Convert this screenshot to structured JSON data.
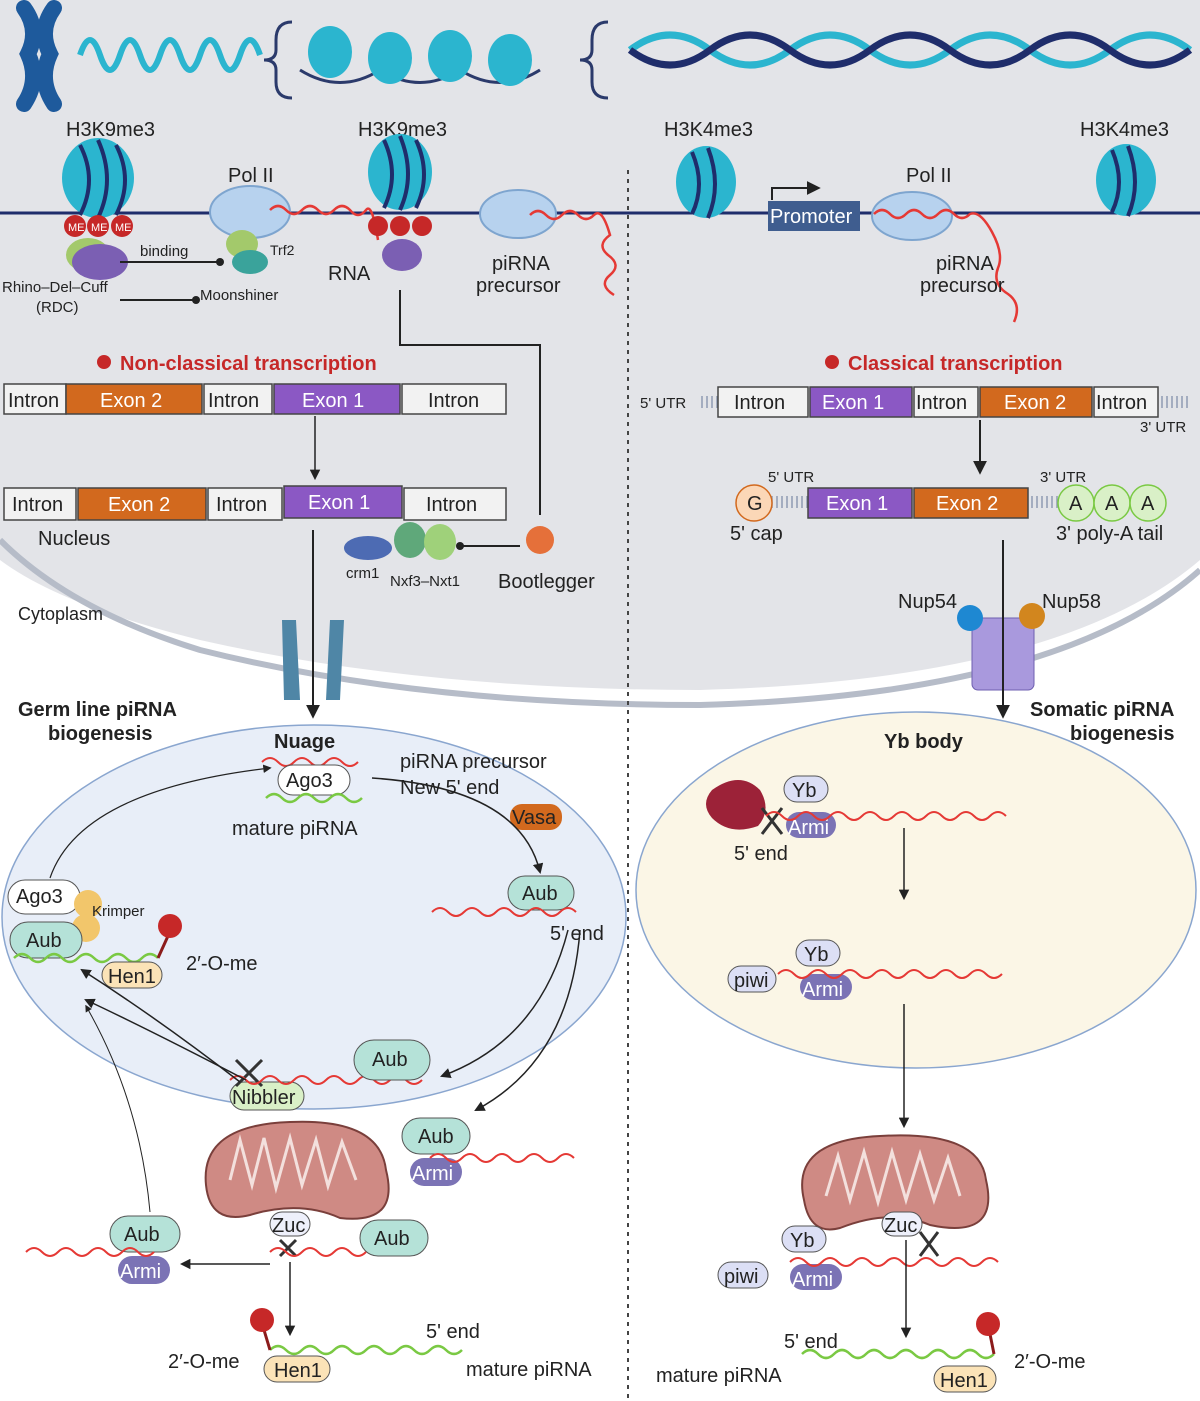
{
  "histone_marks": {
    "left1": "H3K9me3",
    "left2": "H3K9me3",
    "right1": "H3K4me3",
    "right2": "H3K4me3"
  },
  "me_label": "ME",
  "pol": {
    "left": "Pol II",
    "right": "Pol II"
  },
  "labels": {
    "binding": "binding",
    "trf2": "Trf2",
    "rna": "RNA",
    "rdc1": "Rhino–Del–Cuff",
    "rdc2": "(RDC)",
    "moonshiner": "Moonshiner",
    "pirna_precursor_1": "piRNA",
    "pirna_precursor_2": "precursor",
    "promoter": "Promoter",
    "pirna_right_1": "piRNA",
    "pirna_right_2": "precursor",
    "nucleus": "Nucleus",
    "cytoplasm": "Cytoplasm",
    "crm1": "crm1",
    "nxf3": "Nxf3–Nxt1",
    "bootlegger": "Bootlegger",
    "nup54": "Nup54",
    "nup58": "Nup58"
  },
  "titles": {
    "nonclassical": "Non-classical transcription",
    "classical": "Classical transcription",
    "germline1": "Germ line piRNA",
    "germline2": "biogenesis",
    "somatic1": "Somatic piRNA",
    "somatic2": "biogenesis",
    "nuage": "Nuage",
    "yb_body": "Yb body"
  },
  "gene_left_row1": [
    "Intron",
    "Exon 2",
    "Intron",
    "Exon 1",
    "Intron"
  ],
  "gene_left_row2": [
    "Intron",
    "Exon 2",
    "Intron",
    "Exon 1",
    "Intron"
  ],
  "gene_right_row1": [
    "Intron",
    "Exon 1",
    "Intron",
    "Exon 2",
    "Intron"
  ],
  "utr": {
    "five": "5' UTR",
    "three": "3' UTR",
    "five_b": "5' UTR",
    "three_b": "3' UTR"
  },
  "mrna": {
    "cap": "G",
    "cap_label": "5' cap",
    "exon1": "Exon 1",
    "exon2": "Exon 2",
    "a": "A",
    "tail_label": "3' poly-A tail"
  },
  "germline": {
    "pirna_precursor": "piRNA precursor",
    "new5": "New 5' end",
    "ago3": "Ago3",
    "mature": "mature piRNA",
    "vasa": "Vasa",
    "aub": "Aub",
    "five_end": "5' end",
    "ago3_b": "Ago3",
    "krimper": "Krimper",
    "aub_b": "Aub",
    "hen1": "Hen1",
    "ome": "2′-O-me",
    "aub_c": "Aub",
    "nibbler": "Nibbler",
    "aub_d": "Aub",
    "armi": "Armi",
    "zuc": "Zuc",
    "aub_e": "Aub",
    "aub_f": "Aub",
    "armi_b": "Armi",
    "ome_b": "2′-O-me",
    "hen1_b": "Hen1",
    "five_end_b": "5' end",
    "mature_b": "mature piRNA"
  },
  "somatic": {
    "yb": "Yb",
    "armi": "Armi",
    "five_end": "5' end",
    "piwi": "piwi",
    "yb_b": "Yb",
    "armi_b": "Armi",
    "zuc": "Zuc",
    "yb_c": "Yb",
    "piwi_b": "piwi",
    "armi_c": "Armi",
    "five_end_b": "5' end",
    "mature": "mature piRNA",
    "hen1": "Hen1",
    "ome": "2′-O-me"
  },
  "colors": {
    "exon_orange": "#d2691e",
    "exon_purple": "#8b58c4",
    "intron": "#f2f2f2",
    "title_red": "#c62828",
    "nucleus": "#e3e4e8",
    "nuage": "#e8eef8",
    "yb": "#fbf6e6",
    "cyan": "#2bb5cf",
    "dna_dark": "#1f2d6b",
    "rna_red": "#e53935",
    "pirna_green": "#7ac943"
  }
}
